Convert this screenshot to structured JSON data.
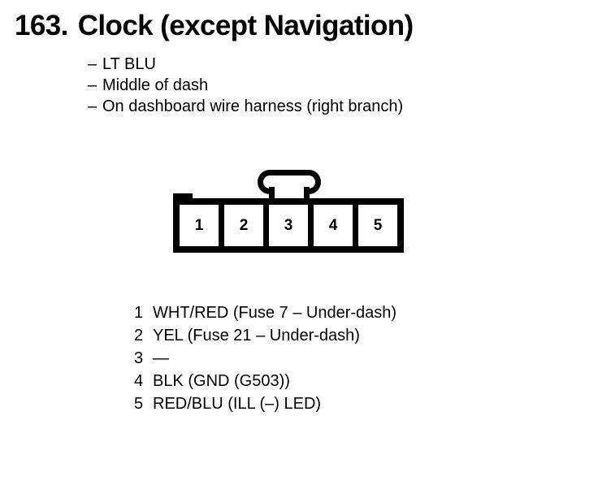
{
  "header": {
    "number": "163.",
    "title": "Clock (except Navigation)"
  },
  "notes": {
    "dash": "–",
    "items": [
      "LT BLU",
      "Middle of dash",
      "On dashboard wire harness (right branch)"
    ]
  },
  "connector": {
    "pins": [
      "1",
      "2",
      "3",
      "4",
      "5"
    ]
  },
  "pin_legend": [
    {
      "num": "1",
      "text": "WHT/RED (Fuse 7 – Under-dash)"
    },
    {
      "num": "2",
      "text": "YEL (Fuse 21 – Under-dash)"
    },
    {
      "num": "3",
      "text": "—"
    },
    {
      "num": "4",
      "text": "BLK (GND (G503))"
    },
    {
      "num": "5",
      "text": "RED/BLU (ILL (–) LED)"
    }
  ],
  "colors": {
    "ink": "#000000",
    "page": "#ffffff"
  }
}
